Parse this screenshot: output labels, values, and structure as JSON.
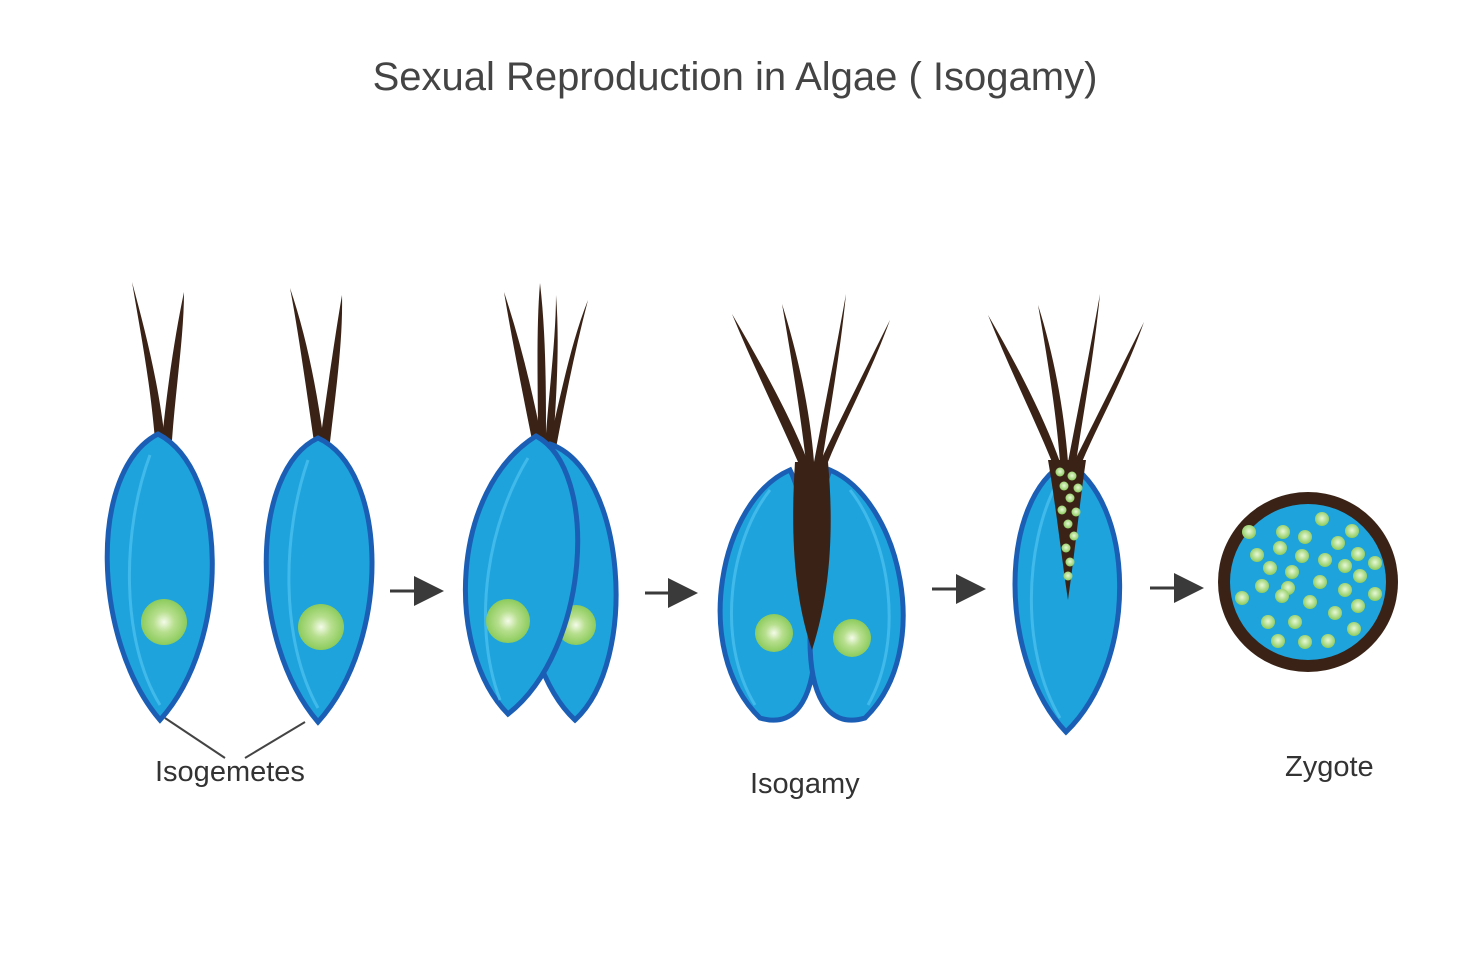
{
  "title": "Sexual Reproduction in Algae ( Isogamy)",
  "labels": {
    "isogametes": "Isogemetes",
    "isogamy": "Isogamy",
    "zygote": "Zygote"
  },
  "colors": {
    "cell_fill": "#1fa3dc",
    "cell_edge": "#1a5fb5",
    "flagella": "#3a2316",
    "nucleus": "#9bd36a",
    "arrow": "#3a3a3a",
    "text": "#333333"
  },
  "stages": [
    "two-separate-gametes",
    "gametes-pairing",
    "gametes-fusing",
    "fused-cell",
    "zygote"
  ]
}
